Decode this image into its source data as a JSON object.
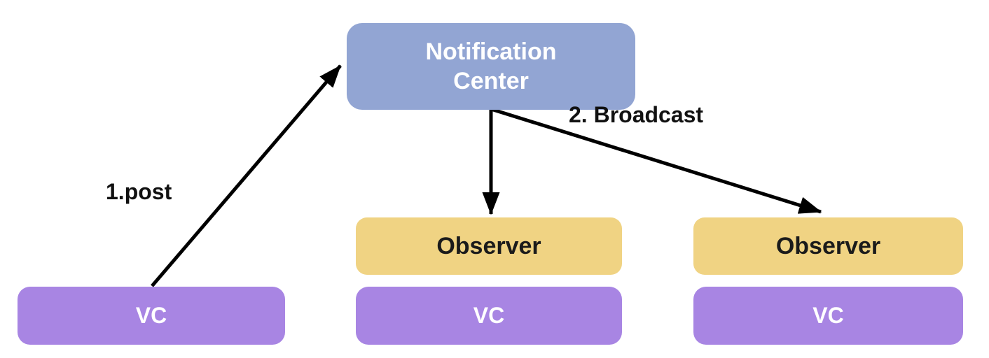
{
  "colors": {
    "canvas-bg": "#ffffff",
    "notification-center-fill": "#92a5d3",
    "notification-center-text": "#ffffff",
    "observer-fill": "#f0d383",
    "observer-text": "#1b1b1b",
    "vc-fill": "#a885e3",
    "vc-text": "#ffffff",
    "arrow-color": "#000000",
    "edge-label-color": "#111111"
  },
  "nodes": {
    "notification_center": {
      "label": "Notification\nCenter"
    },
    "observer_middle": {
      "label": "Observer"
    },
    "observer_right": {
      "label": "Observer"
    },
    "vc_left": {
      "label": "VC"
    },
    "vc_middle": {
      "label": "VC"
    },
    "vc_right": {
      "label": "VC"
    }
  },
  "edges": {
    "post": {
      "label": "1.post"
    },
    "broadcast": {
      "label": "2. Broadcast"
    }
  }
}
